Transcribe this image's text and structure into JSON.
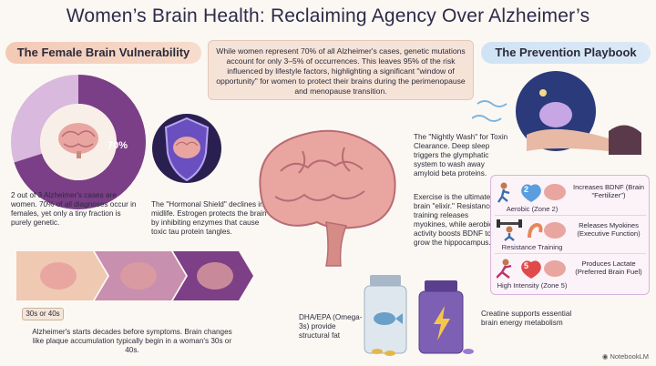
{
  "title": "Women’s Brain Health: Reclaiming Agency Over Alzheimer’s",
  "left_section": {
    "heading": "The Female Brain Vulnerability",
    "donut": {
      "value_label": "70%",
      "share": 0.7,
      "caption": "2 out of 3 Alzheimer's cases are women. 70% of all diagnoses occur in females, yet only a tiny fraction is purely genetic."
    },
    "shield_caption": "The \"Hormonal Shield\" declines in midlife. Estrogen protects the brain by inhibiting enzymes that cause toxic tau protein tangles.",
    "timeline": {
      "label": "30s or 40s",
      "caption": "Alzheimer's starts decades before symptoms. Brain changes like plaque accumulation typically begin in a woman's 30s or 40s."
    }
  },
  "intro": "While women represent 70% of all Alzheimer's cases, genetic mutations account for only 3–5% of occurrences. This leaves 95% of the risk influenced by lifestyle factors, highlighting a significant \"window of opportunity\" for women to protect their brains during the perimenopause and menopause transition.",
  "right_section": {
    "heading": "The Prevention Playbook",
    "sleep_caption": "The \"Nightly Wash\" for Toxin Clearance. Deep sleep triggers the glymphatic system to wash away amyloid beta proteins.",
    "exercise_caption": "Exercise is the ultimate brain \"elixir.\" Resistance training releases myokines, while aerobic activity boosts BDNF to grow the hippocampus.",
    "exercises": [
      {
        "badge": "2",
        "name": "Aerobic (Zone 2)",
        "benefit": "Increases BDNF (Brain \"Fertilizer\")"
      },
      {
        "badge": "",
        "name": "Resistance Training",
        "benefit": "Releases Myokines (Executive Function)"
      },
      {
        "badge": "5",
        "name": "High Intensity (Zone 5)",
        "benefit": "Produces Lactate (Preferred Brain Fuel)"
      }
    ],
    "dha_caption": "DHA/EPA (Omega-3s) provide structural fat",
    "creatine_caption": "Creatine supports essential brain energy metabolism"
  },
  "brand": "NotebookLM",
  "colors": {
    "donut_dark": "#7a3f86",
    "donut_light": "#d9b9dd",
    "brain_pink": "#e9a6a0",
    "brain_dark": "#b86b74",
    "banner_left": "#f3c9b5",
    "banner_right": "#cfe3f5"
  }
}
